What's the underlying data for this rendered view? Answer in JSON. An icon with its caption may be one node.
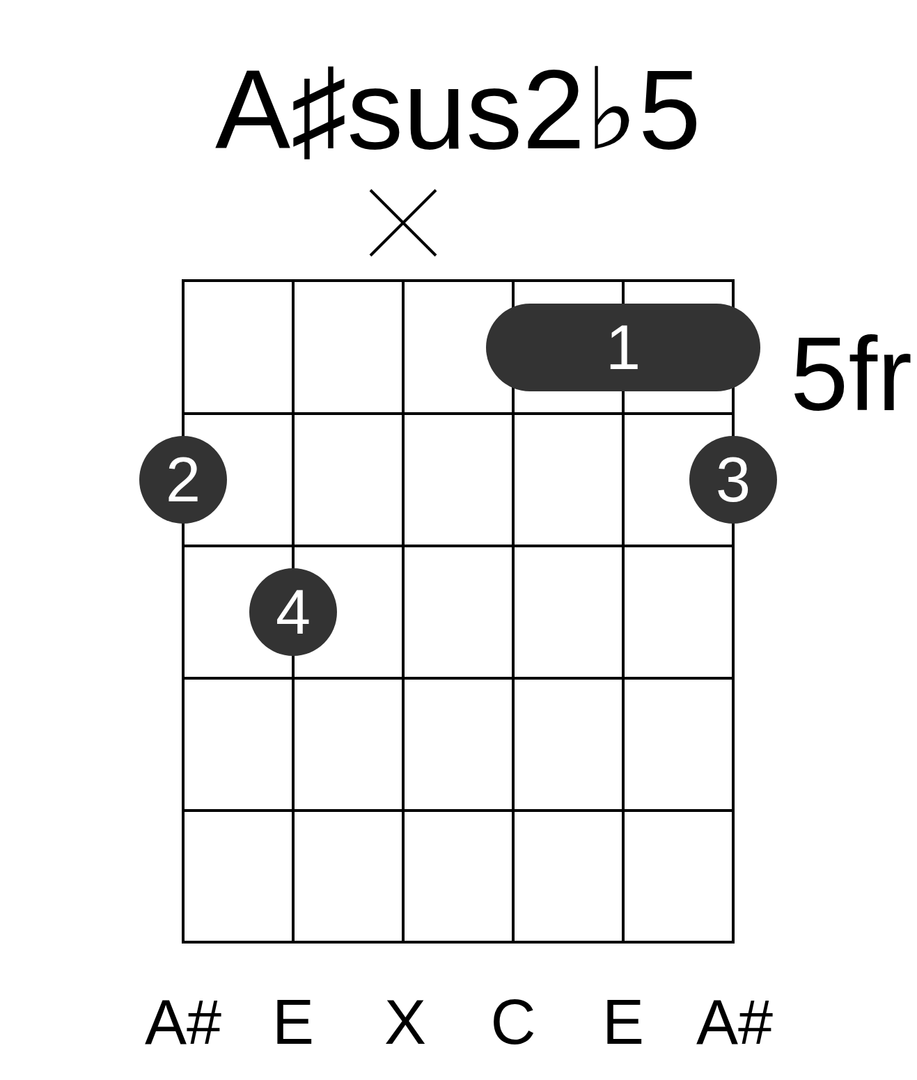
{
  "diagram": {
    "title": "A♯sus2♭5",
    "nodes": [
      {
        "text": [
          "1"
        ]
      },
      {
        "text": [
          "2"
        ]
      },
      {
        "text": [
          "3"
        ]
      },
      {
        "text": [
          "4"
        ]
      }
    ],
    "labels": [
      "5fr",
      "A#",
      "E",
      "X",
      "C",
      "E",
      "A#"
    ]
  }
}
